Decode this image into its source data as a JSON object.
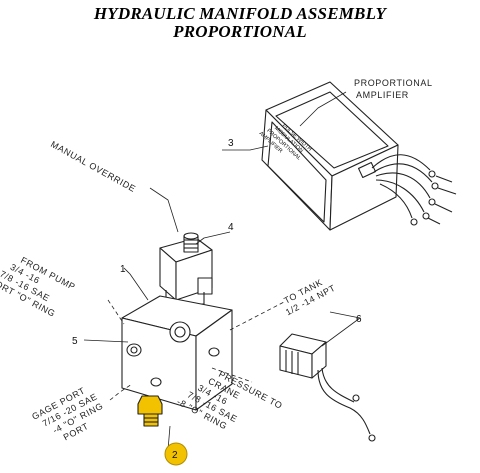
{
  "title_line1": "HYDRAULIC MANIFOLD ASSEMBLY",
  "title_line2": "PROPORTIONAL",
  "labels": {
    "amp_line1": "PROPORTIONAL",
    "amp_line2": "AMPLIFIER",
    "amp_face": [
      "PULSE WIDTH",
      "MODULATION",
      "PROPORTIONAL",
      "AMPLIFIER"
    ],
    "manual": "MANUAL OVERRIDE",
    "pump": [
      "FROM PUMP",
      "3/4 -16",
      "7/8 -16 SAE",
      "PORT \"O\" RING"
    ],
    "tank": [
      "TO TANK",
      "1/2 -14 NPT"
    ],
    "gage": [
      "GAGE PORT",
      "7/16 -20 SAE",
      "-4 \"O\" RING",
      "PORT"
    ],
    "crane": [
      "PRESSURE TO",
      "CRANE",
      "3/4 -16",
      "7/8 -16 SAE",
      "-8 \"O\" RING"
    ]
  },
  "callouts": [
    "1",
    "2",
    "3",
    "4",
    "5",
    "6"
  ],
  "colors": {
    "highlight": "#f2c200",
    "line": "#222222"
  }
}
